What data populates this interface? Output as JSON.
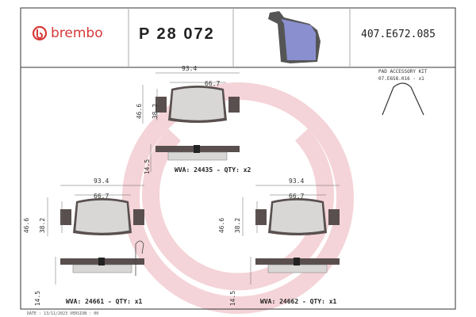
{
  "header": {
    "brand": "brembo",
    "part_number": "P 28 072",
    "reference_code": "407.E672.085"
  },
  "accessory_kit": {
    "title": "PAD ACCESSORY KIT",
    "item": "07.E658.016 - x1"
  },
  "pads": [
    {
      "width_total": "93.4",
      "width_friction": "66.7",
      "height_total": "46.6",
      "height_friction": "38.2",
      "thickness": "14.5",
      "wva_label": "WVA: 24435 - QTY: x2"
    },
    {
      "width_total": "93.4",
      "width_friction": "66.7",
      "height_total": "46.6",
      "height_friction": "38.2",
      "thickness": "14.5",
      "wva_label": "WVA: 24661 - QTY: x1"
    },
    {
      "width_total": "93.4",
      "width_friction": "66.7",
      "height_total": "46.6",
      "height_friction": "38.2",
      "thickness": "14.5",
      "wva_label": "WVA: 24662 - QTY: x1"
    }
  ],
  "footer": "DATE : 13/11/2023 VERSION : 00",
  "colors": {
    "brand": "#d63a3a",
    "backing_plate": "#5a4f4f",
    "friction": "#d9d6d6",
    "pad_render": "#8a8fcf"
  }
}
